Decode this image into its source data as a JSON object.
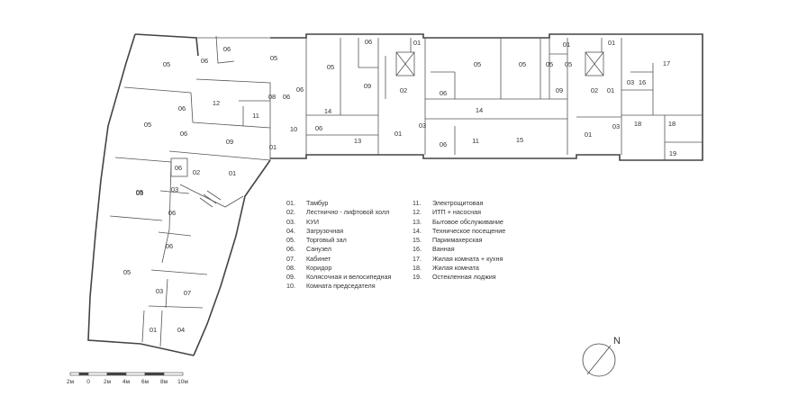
{
  "rooms": [
    {
      "id": "r1",
      "label": "05"
    },
    {
      "id": "r2",
      "label": "06"
    },
    {
      "id": "r3",
      "label": "06"
    },
    {
      "id": "r4",
      "label": "05"
    },
    {
      "id": "r5",
      "label": "08"
    },
    {
      "id": "r6",
      "label": "06"
    },
    {
      "id": "r7",
      "label": "06"
    },
    {
      "id": "r8",
      "label": "12"
    },
    {
      "id": "r9",
      "label": "11"
    },
    {
      "id": "r10",
      "label": "10"
    },
    {
      "id": "r11",
      "label": "01"
    },
    {
      "id": "r12",
      "label": "05"
    },
    {
      "id": "r13",
      "label": "06"
    },
    {
      "id": "r14",
      "label": "06"
    },
    {
      "id": "r15",
      "label": "09"
    },
    {
      "id": "r16",
      "label": "05"
    },
    {
      "id": "r17",
      "label": "06"
    },
    {
      "id": "r18",
      "label": "02"
    },
    {
      "id": "r19",
      "label": "01"
    },
    {
      "id": "r20",
      "label": "05"
    },
    {
      "id": "r21",
      "label": "03"
    },
    {
      "id": "r22",
      "label": "06"
    },
    {
      "id": "r23",
      "label": "06"
    },
    {
      "id": "r24",
      "label": "05"
    },
    {
      "id": "r25",
      "label": "03"
    },
    {
      "id": "r26",
      "label": "07"
    },
    {
      "id": "r27",
      "label": "01"
    },
    {
      "id": "r28",
      "label": "04"
    },
    {
      "id": "r29",
      "label": "05"
    },
    {
      "id": "r30",
      "label": "06"
    },
    {
      "id": "r31",
      "label": "09"
    },
    {
      "id": "r32",
      "label": "02"
    },
    {
      "id": "r33",
      "label": "01"
    },
    {
      "id": "r34",
      "label": "14"
    },
    {
      "id": "r35",
      "label": "06"
    },
    {
      "id": "r36",
      "label": "13"
    },
    {
      "id": "r37",
      "label": "01"
    },
    {
      "id": "r38",
      "label": "03"
    },
    {
      "id": "r39",
      "label": "05"
    },
    {
      "id": "r40",
      "label": "06"
    },
    {
      "id": "r41",
      "label": "05"
    },
    {
      "id": "r42",
      "label": "01"
    },
    {
      "id": "r43",
      "label": "05"
    },
    {
      "id": "r44",
      "label": "14"
    },
    {
      "id": "r45",
      "label": "06"
    },
    {
      "id": "r46",
      "label": "15"
    },
    {
      "id": "r47",
      "label": "11"
    },
    {
      "id": "r48",
      "label": "01"
    },
    {
      "id": "r49",
      "label": "05"
    },
    {
      "id": "r50",
      "label": "09"
    },
    {
      "id": "r51",
      "label": "02"
    },
    {
      "id": "r52",
      "label": "01"
    },
    {
      "id": "r53",
      "label": "03"
    },
    {
      "id": "r54",
      "label": "01"
    },
    {
      "id": "r55",
      "label": "17"
    },
    {
      "id": "r56",
      "label": "03"
    },
    {
      "id": "r57",
      "label": "16"
    },
    {
      "id": "r58",
      "label": "18"
    },
    {
      "id": "r59",
      "label": "18"
    },
    {
      "id": "r60",
      "label": "19"
    }
  ],
  "legend_left": [
    {
      "num": "01.",
      "name": "Тамбур"
    },
    {
      "num": "02.",
      "name": "Лестнично - лифтовой холл"
    },
    {
      "num": "03.",
      "name": "КУИ"
    },
    {
      "num": "04.",
      "name": "Загрузочная"
    },
    {
      "num": "05.",
      "name": "Торговый зал"
    },
    {
      "num": "06.",
      "name": "Санузел"
    },
    {
      "num": "07.",
      "name": "Кабинет"
    },
    {
      "num": "08.",
      "name": "Коридор"
    },
    {
      "num": "09.",
      "name": "Колясочная и велосипедная"
    },
    {
      "num": "10.",
      "name": "Комната председателя"
    }
  ],
  "legend_right": [
    {
      "num": "11.",
      "name": "Электрощитовая"
    },
    {
      "num": "12.",
      "name": "ИТП + насосная"
    },
    {
      "num": "13.",
      "name": "Бытовое обслуживание"
    },
    {
      "num": "14.",
      "name": "Техническое посещение"
    },
    {
      "num": "15.",
      "name": "Парикмахерская"
    },
    {
      "num": "16.",
      "name": "Ванная"
    },
    {
      "num": "17.",
      "name": "Жилая комната + кухня"
    },
    {
      "num": "18.",
      "name": "Жилая комната"
    },
    {
      "num": "19.",
      "name": "Остекленная лоджия"
    }
  ],
  "north_label": "N",
  "scale": {
    "ticks": [
      "2м",
      "0",
      "2м",
      "4м",
      "6м",
      "8м",
      "10м"
    ]
  }
}
